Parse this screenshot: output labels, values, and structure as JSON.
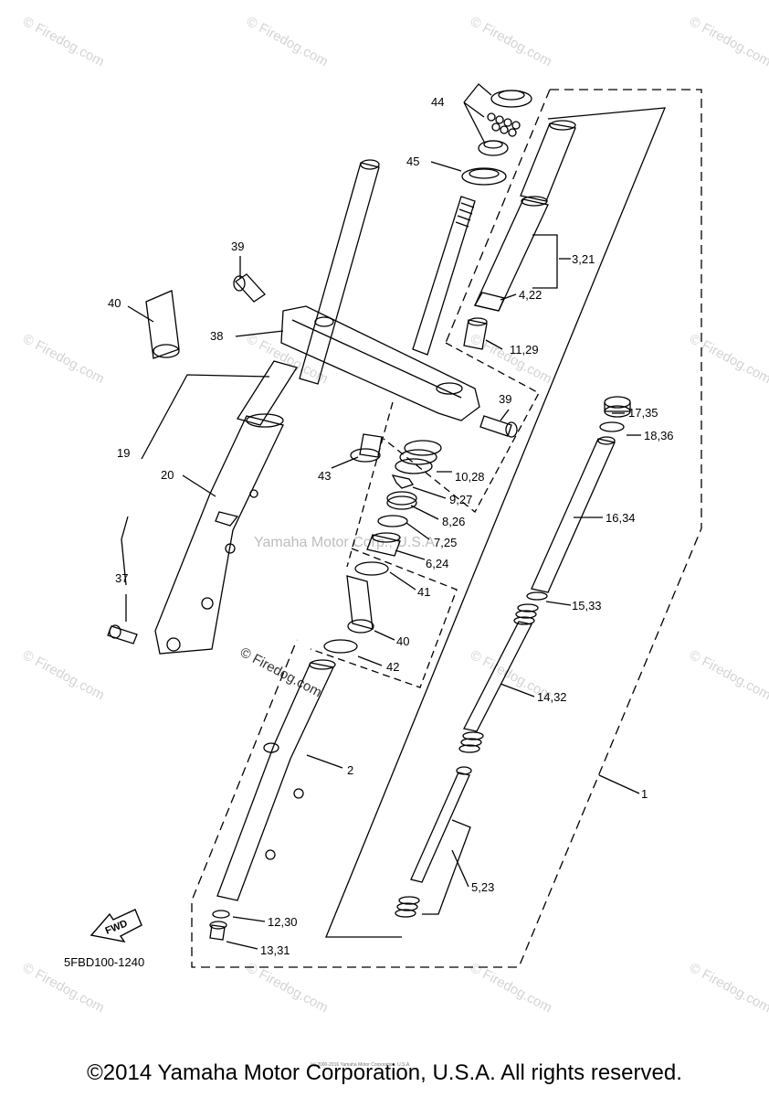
{
  "watermark": {
    "text": "© Firedog.com",
    "center_text": "Yamaha Motor Corp., U.S.A."
  },
  "callouts": [
    "44",
    "45",
    "3,21",
    "4,22",
    "39",
    "40",
    "38",
    "11,29",
    "39",
    "17,35",
    "18,36",
    "19",
    "20",
    "43",
    "10,28",
    "9,27",
    "8,26",
    "7,25",
    "6,24",
    "16,34",
    "37",
    "41",
    "15,33",
    "40",
    "42",
    "14,32",
    "2",
    "1",
    "5,23",
    "12,30",
    "13,31"
  ],
  "forward_arrow_label": "FWD",
  "diagram_code": "5FBD100-1240",
  "fine_print": "(c) 2000-2016 Yamaha Motor Corporation, U.S.A.",
  "footer": "©2014 Yamaha Motor Corporation, U.S.A. All rights reserved."
}
